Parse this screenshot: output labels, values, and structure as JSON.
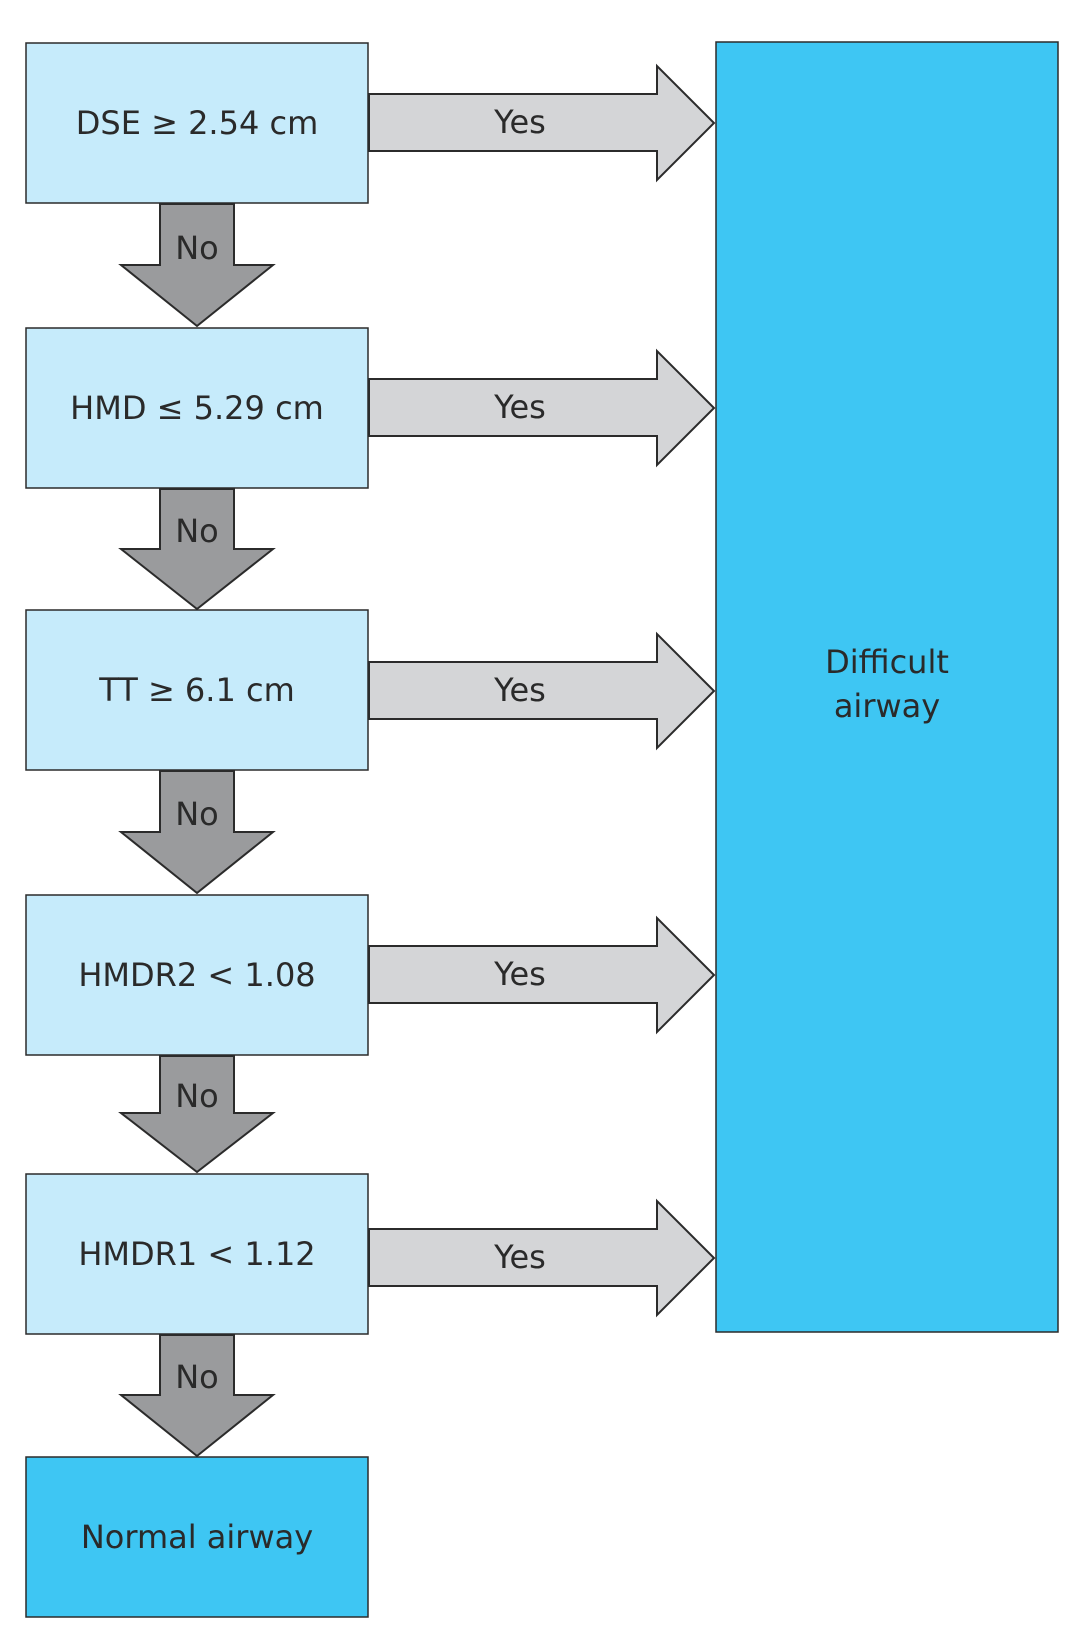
{
  "flowchart": {
    "conditions": [
      {
        "label": "DSE ≥ 2.54 cm",
        "yes_label": "Yes",
        "no_label": "No"
      },
      {
        "label": "HMD ≤ 5.29 cm",
        "yes_label": "Yes",
        "no_label": "No"
      },
      {
        "label": "TT ≥ 6.1 cm",
        "yes_label": "Yes",
        "no_label": "No"
      },
      {
        "label": "HMDR2 < 1.08",
        "yes_label": "Yes",
        "no_label": "No"
      },
      {
        "label": "HMDR1 < 1.12",
        "yes_label": "Yes",
        "no_label": "No"
      }
    ],
    "difficult_outcome": {
      "line1": "Difficult",
      "line2": "airway"
    },
    "normal_outcome": "Normal airway"
  },
  "colors": {
    "condition_fill": "#c6ebfb",
    "outcome_fill": "#3ec6f3",
    "yes_arrow_fill": "#d4d5d7",
    "no_arrow_fill": "#9a9b9d",
    "stroke": "#2b2b2b"
  }
}
